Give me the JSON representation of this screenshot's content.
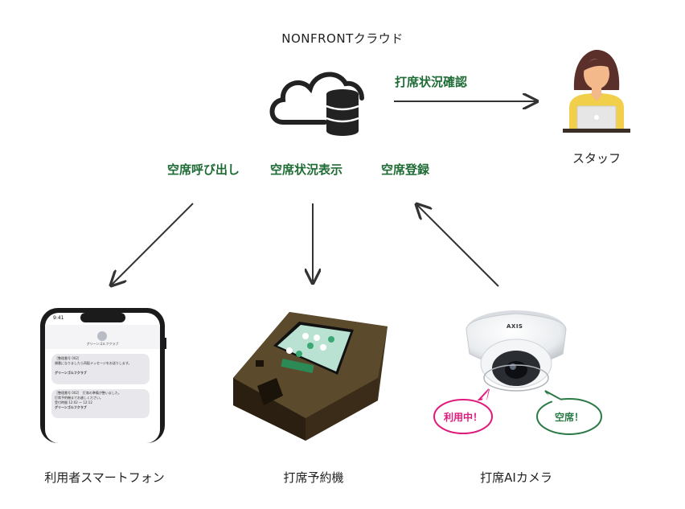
{
  "title": "NONFRONTクラウド",
  "flows": {
    "check_status": "打席状況確認",
    "call_vacancy": "空席呼び出し",
    "display_status": "空席状況表示",
    "register_vacancy": "空席登録"
  },
  "nodes": {
    "staff": "スタッフ",
    "smartphone": "利用者スマートフォン",
    "kiosk": "打席予約機",
    "camera": "打席AIカメラ"
  },
  "bubbles": {
    "in_use": "利用中！",
    "vacant": "空席！"
  },
  "phone_screen": {
    "time": "9:41",
    "sender": "グリーンゴルフクラブ",
    "msg1_line1": "［整理番号 002］",
    "msg1_line2": "順番になりましたら再配メッセージをお送りします。",
    "msg1_sign": "グリーンゴルフクラブ",
    "msg2_line1": "［整理番号 002］　打席の準備が整いました。",
    "msg2_line2": "打席予約機までお越しください。",
    "msg2_line3": "受付時間 12:02 〜 12:12",
    "msg2_sign": "グリーンゴルフクラブ"
  },
  "camera_brand": "AXIS",
  "colors": {
    "green": "#1f6b35",
    "magenta": "#e0197d",
    "bubble_green": "#2a7a45",
    "arrow": "#333333",
    "staff_shirt": "#f2cf4a",
    "staff_hair": "#5b2f2a",
    "staff_skin": "#f3b98a",
    "kiosk_body": "#4a3a22"
  }
}
